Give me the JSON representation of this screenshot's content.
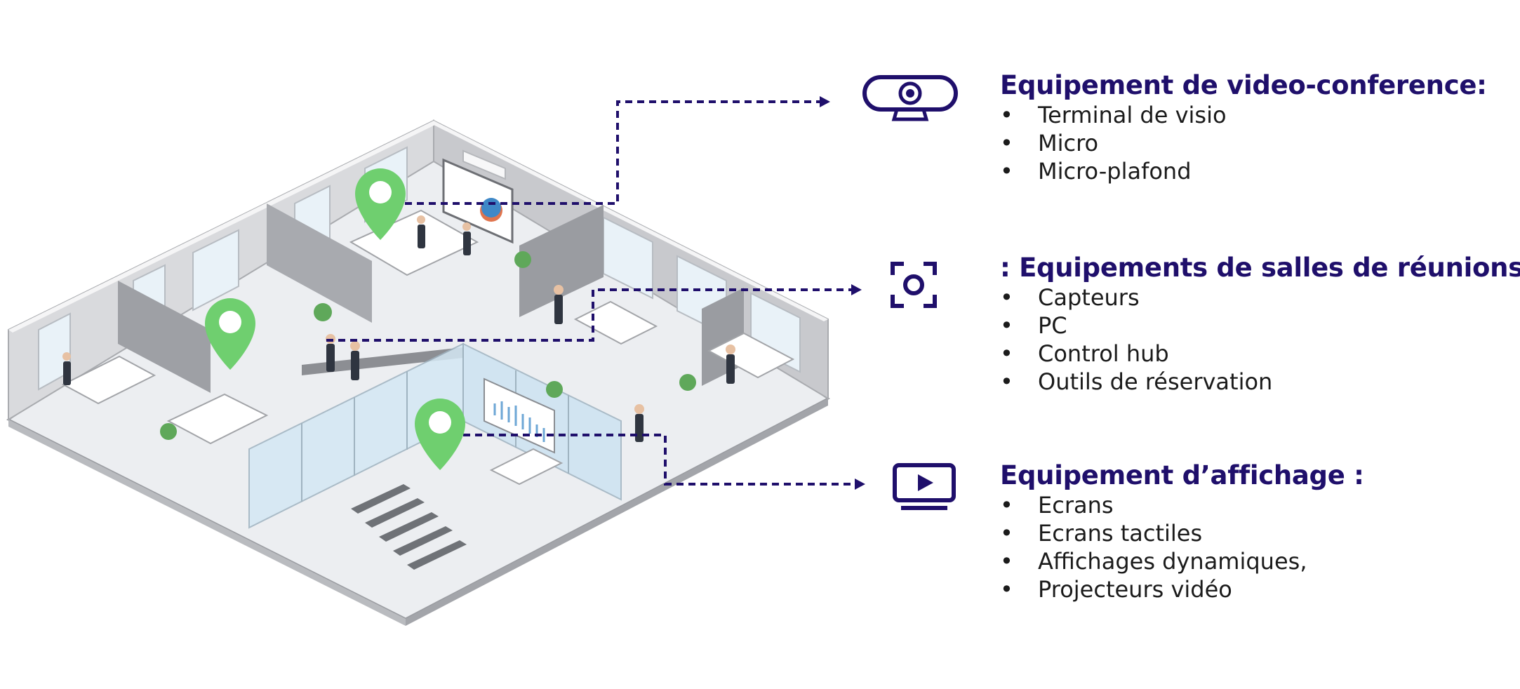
{
  "colors": {
    "accent": "#1f0f6b",
    "pin": "#6fcf6f",
    "floor": "#f1f2f4",
    "wall_light": "#d6d7da",
    "wall_dark": "#8f9196",
    "glass": "#cfe6f3"
  },
  "sections": [
    {
      "title": "Equipement de video-conference:",
      "icon": "webcam-icon",
      "items": [
        "Terminal de visio",
        "Micro",
        "Micro-plafond"
      ]
    },
    {
      "title": ": Equipements de salles de réunions",
      "icon": "camera-focus-icon",
      "items": [
        "Capteurs",
        "PC",
        "Control hub",
        "Outils de réservation"
      ]
    },
    {
      "title": "Equipement d’affichage :",
      "icon": "screen-play-icon",
      "items": [
        "Ecrans",
        "Ecrans tactiles",
        "Affichages dynamiques,",
        "Projecteurs vidéo"
      ]
    }
  ]
}
